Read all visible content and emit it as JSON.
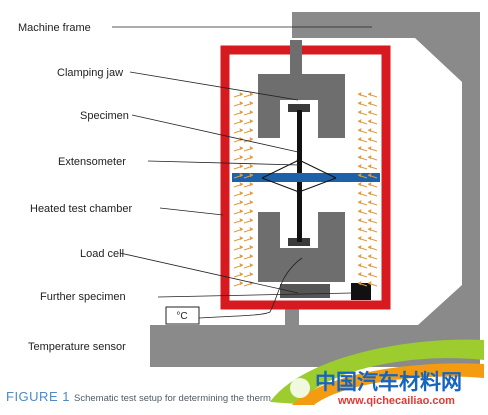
{
  "labels": {
    "machine_frame": "Machine frame",
    "clamping_jaw": "Clamping jaw",
    "specimen": "Specimen",
    "extensometer": "Extensometer",
    "heated_test_chamber": "Heated test chamber",
    "load_cell": "Load cell",
    "further_specimen": "Further specimen",
    "temperature_sensor": "Temperature sensor"
  },
  "sensor_unit": "°C",
  "caption": {
    "figure": "FIGURE 1",
    "text": "Schematic test setup for determining the therm"
  },
  "watermark": {
    "chinese": "中国汽车材料网",
    "url": "www.qichecailiao.com"
  },
  "colors": {
    "frame": "#8a8a8a",
    "chamber": "#d71920",
    "jaw": "#6e6e6e",
    "extensometer_bar": "#1d62a8",
    "heat_arrows": "#e09a3a",
    "caption_figure": "#4a8cc7"
  }
}
